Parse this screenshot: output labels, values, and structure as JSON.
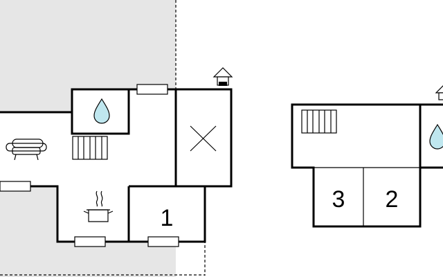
{
  "floor_ground": {
    "rooms": [
      {
        "number": "1"
      }
    ]
  },
  "floor_upper": {
    "rooms": [
      {
        "number": "3"
      },
      {
        "number": "2"
      }
    ]
  },
  "colors": {
    "terrace": "#e6e6e6",
    "water": "#bfe7ef",
    "wall": "#000000"
  },
  "icons": [
    "water-drop-icon",
    "sofa-icon",
    "cooking-pot-icon",
    "stairs-icon",
    "window-icon",
    "chimney-icon",
    "void-cross-icon"
  ]
}
